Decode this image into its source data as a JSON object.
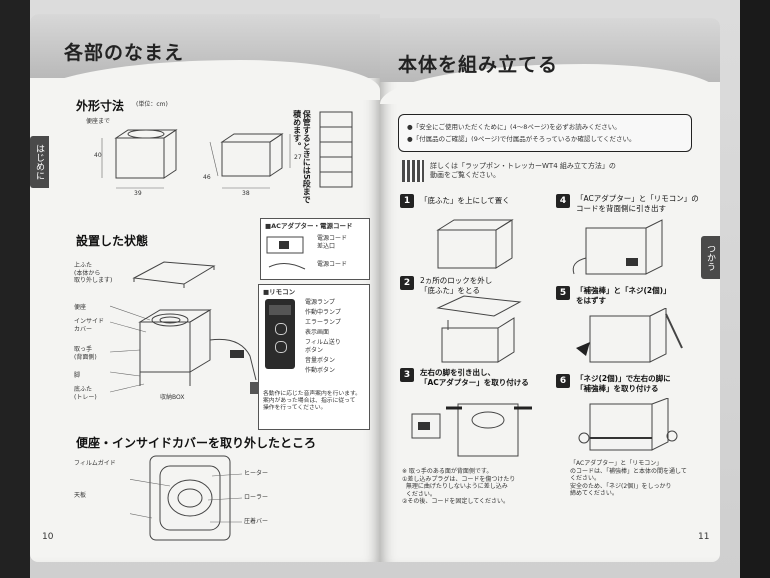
{
  "left_page": {
    "title": "各部のなまえ",
    "tab": "はじめに",
    "page_number": "10",
    "outer_dims": {
      "heading": "外形寸法",
      "unit": "(単位：cm)",
      "seat_label": "便座まで",
      "dims": [
        "40",
        "39",
        "46",
        "38",
        "27"
      ]
    },
    "stack_note": "保管するときには5段まで積めます。",
    "installed": {
      "heading": "設置した状態",
      "lid_label": "上ふた\n(本体から\n取り外します)",
      "labels": [
        "便座",
        "インサイド\nカバー",
        "取っ手\n(背面側)",
        "脚",
        "底ふた\n(トレー)"
      ],
      "storage_label": "収納BOX"
    },
    "ac_box": {
      "title": "■ACアダプター・電源コード",
      "labels": [
        "電源コード\n差込口",
        "電源コード"
      ]
    },
    "remote_box": {
      "title": "■リモコン",
      "labels": [
        "電源ランプ",
        "作動中ランプ",
        "エラーランプ",
        "表示画面",
        "フィルム送り\nボタン",
        "音量ボタン",
        "作動ボタン"
      ],
      "note": "各動作に応じた音声案内を行います。\n案内があった場合は、指示に従って\n操作を行ってください。"
    },
    "inside": {
      "heading": "便座・インサイドカバーを取り外したところ",
      "labels_left": [
        "フィルムガイド",
        "天板"
      ],
      "labels_right": [
        "ヒーター",
        "ローラー",
        "圧着バー"
      ]
    }
  },
  "right_page": {
    "title": "本体を組み立てる",
    "tab": "つかう",
    "page_number": "11",
    "notes": [
      "●「安全にご使用いただくために」(4～8ページ)を必ずお読みください。",
      "●「付属品のご確認」(9ページ)で付属品がそろっているか確認してください。"
    ],
    "video_text": "詳しくは「ラップポン・トレッカーWT4 組み立て方法」の\n動画をご覧ください。",
    "steps": [
      {
        "num": "1",
        "text": "「底ふた」を上にして置く"
      },
      {
        "num": "2",
        "text": "2ヵ所のロックを外し\n「底ふた」をとる"
      },
      {
        "num": "3",
        "text": "左右の脚を引き出し、\n「ACアダプター」を取り付ける"
      },
      {
        "num": "4",
        "text": "「ACアダプター」と「リモコン」の\nコードを背面側に引き出す"
      },
      {
        "num": "5",
        "text": "「補強棒」と「ネジ(2個)」\nをはずす"
      },
      {
        "num": "6",
        "text": "「ネジ(2個)」で左右の脚に\n「補強棒」を取り付ける"
      }
    ],
    "step3_notes": "※ 取っ手のある面が背面側です。\n①差し込みプラグは、コードを傷つけたり\n  無理に曲げたりしないように差し込み\n  ください。\n②その後、コードを固定してください。",
    "step6_note": "「ACアダプター」と「リモコン」\nのコードは、「補強棒」と本体の間を通して\nください。\n安全のため、「ネジ(2個)」をしっかり\n締めてください。"
  }
}
